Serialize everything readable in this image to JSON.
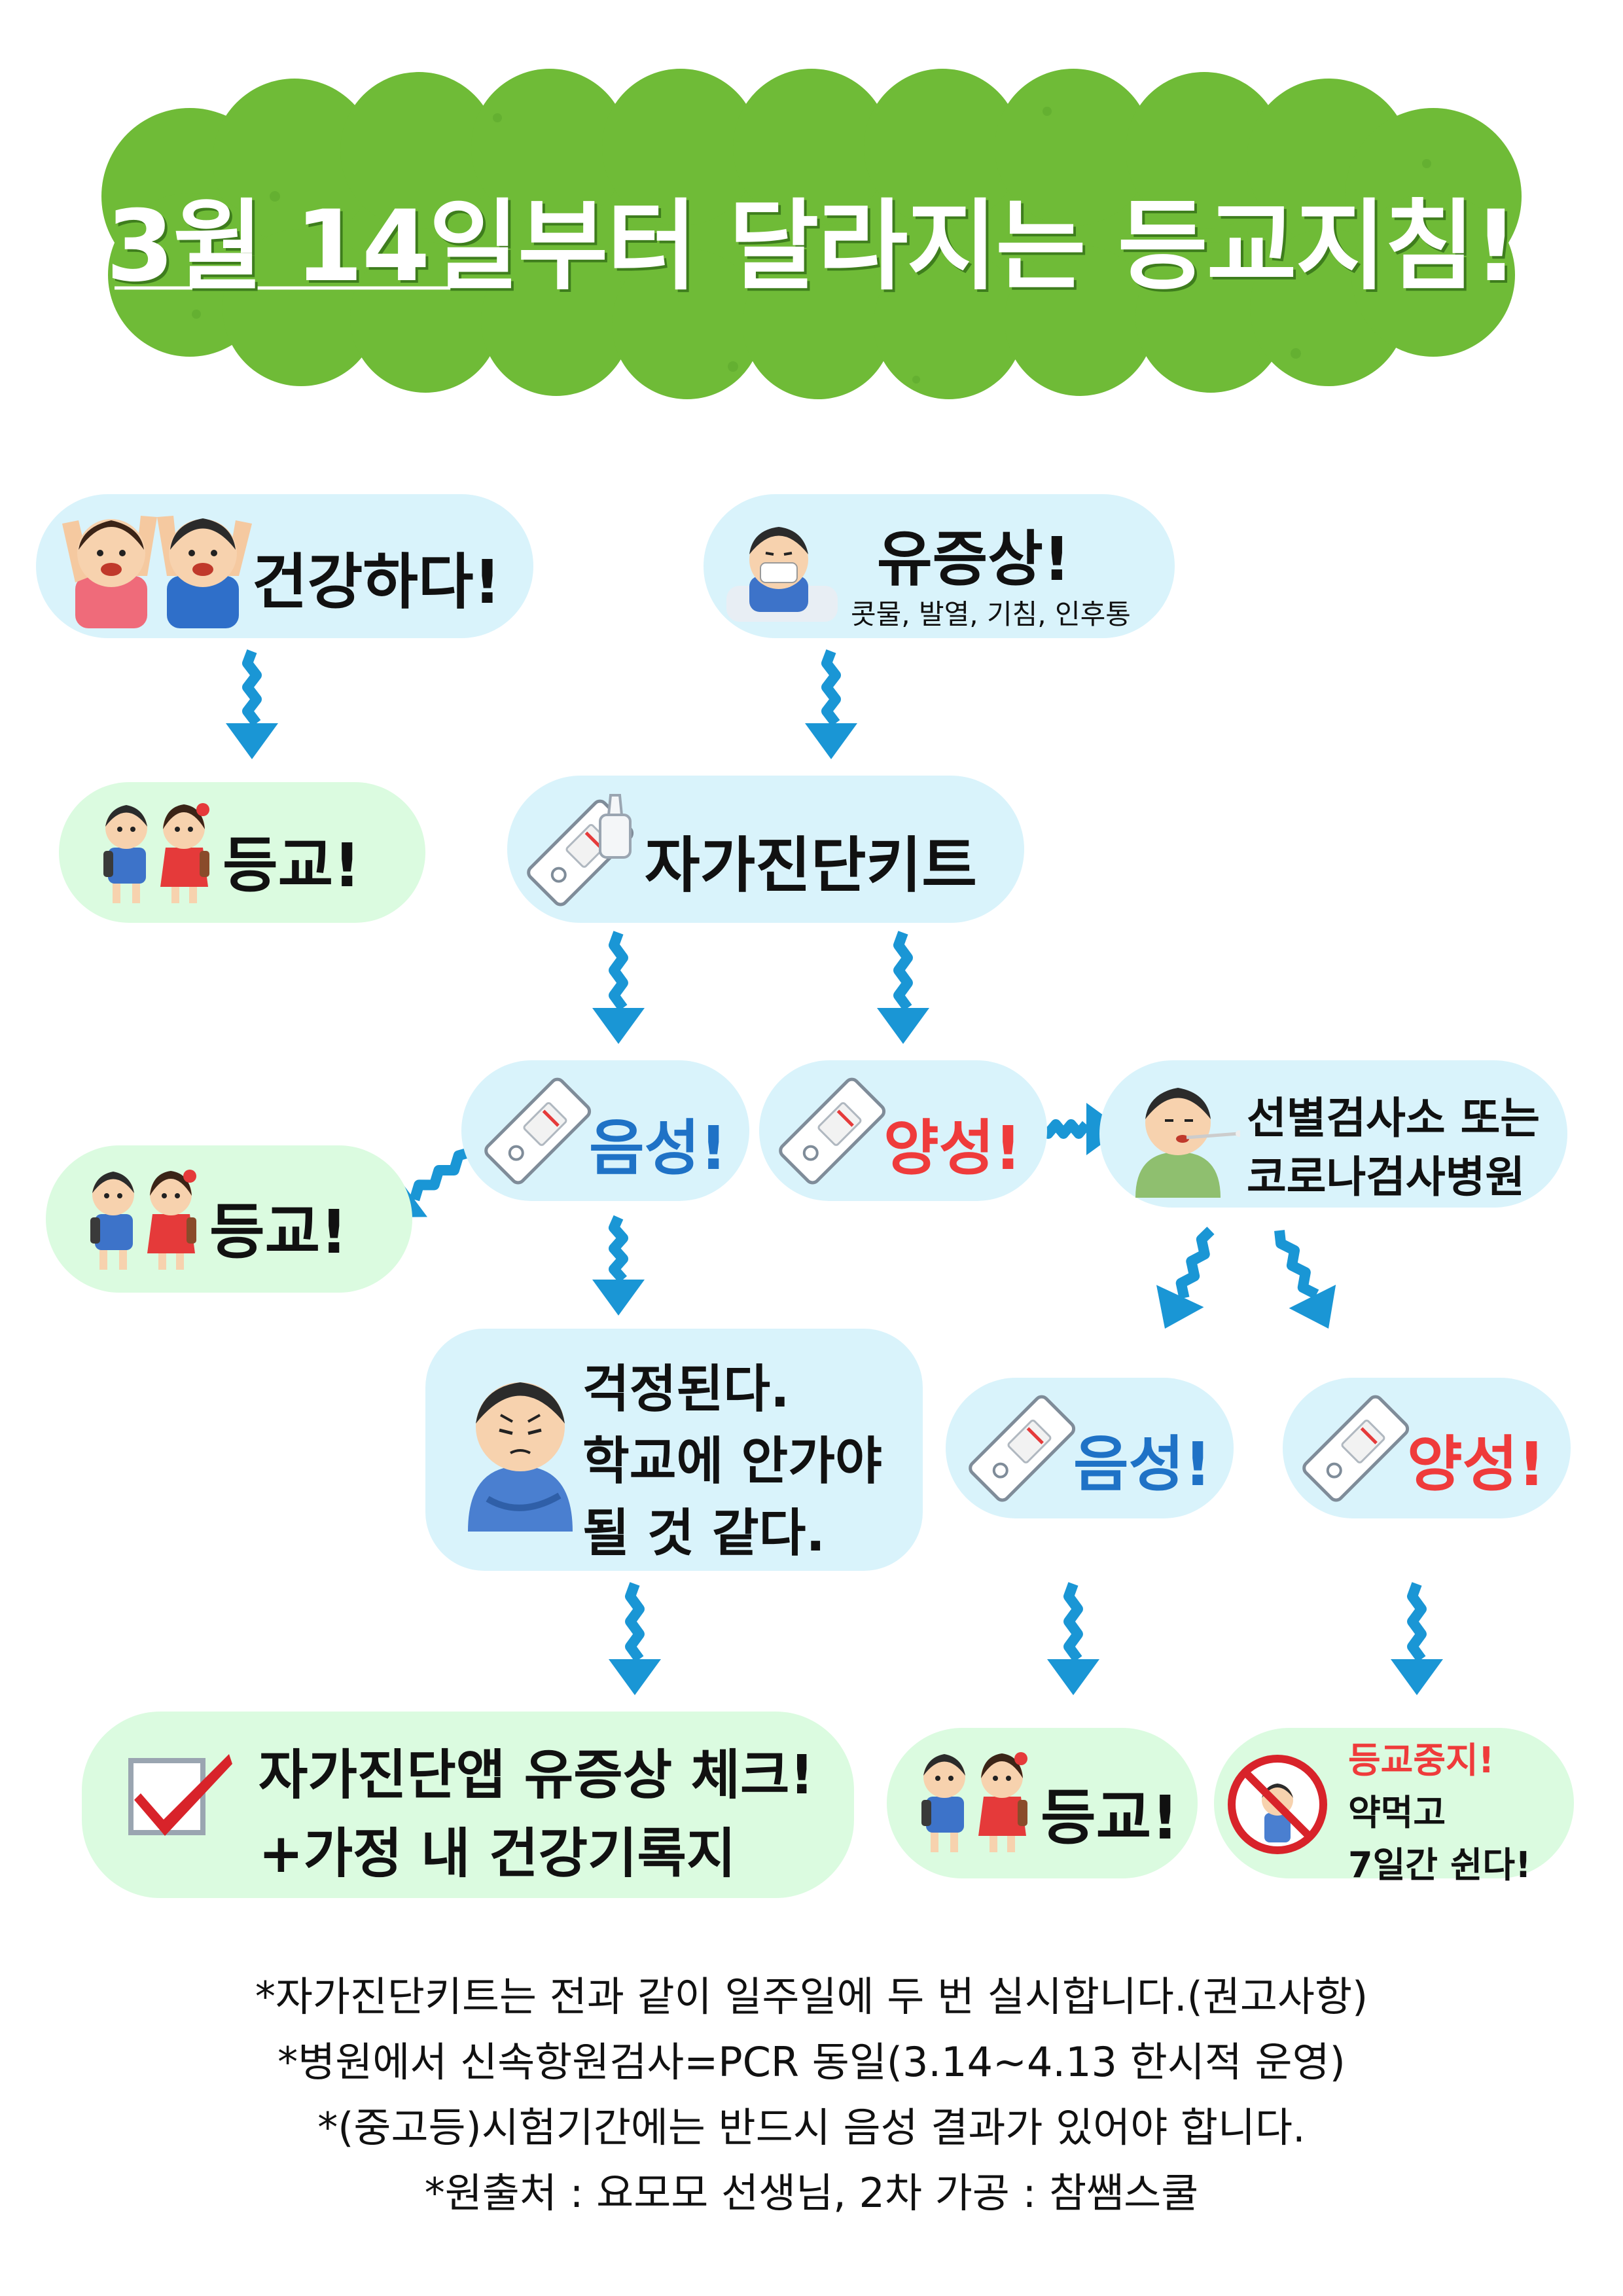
{
  "banner": {
    "title": "3월 14일부터 달라지는 등교지침!",
    "green": "#6fbb37",
    "green_dark": "#4f9a26"
  },
  "colors": {
    "arrow": "#1a96d5",
    "box_blue": "#d9f3fb",
    "box_green": "#dbfbe0",
    "negative": "#1f72c6",
    "positive": "#ef3b3b"
  },
  "nodes": {
    "healthy": "건강하다!",
    "symptoms": "유증상!",
    "symptoms_sub": "콧물, 발열, 기침, 인후통",
    "attend_1": "등교!",
    "self_kit": "자가진단키트",
    "negative_1": "음성!",
    "positive_1": "양성!",
    "screening_line1": "선별검사소 또는",
    "screening_line2": "코로나검사병원",
    "attend_2": "등교!",
    "worried_line1": "걱정된다.",
    "worried_line2": "학교에 안가야",
    "worried_line3": "될 것 같다.",
    "negative_2": "음성!",
    "positive_2": "양성!",
    "app_check_line1": "자가진단앱 유증상 체크!",
    "app_check_line2": "+가정 내 건강기록지",
    "attend_3": "등교!",
    "stop_line1": "등교중지!",
    "stop_line2": "약먹고",
    "stop_line3": "7일간 쉰다!"
  },
  "icons": {
    "healthy": "cheering-kids-icon",
    "symptoms": "sick-child-icon",
    "attend": "school-kids-icon",
    "kit": "test-kit-icon",
    "screening": "swab-test-man-icon",
    "worried": "worried-boy-icon",
    "check": "checkbox-icon",
    "stop": "no-entry-icon"
  },
  "notes": [
    "*자가진단키트는 전과 같이 일주일에 두 번 실시합니다.(권고사항)",
    "*병원에서 신속항원검사=PCR 동일(3.14~4.13 한시적 운영)",
    "*(중고등)시험기간에는 반드시 음성 결과가 있어야 합니다.",
    "*원출처 : 요모모 선생님, 2차 가공 : 참쌤스쿨"
  ]
}
